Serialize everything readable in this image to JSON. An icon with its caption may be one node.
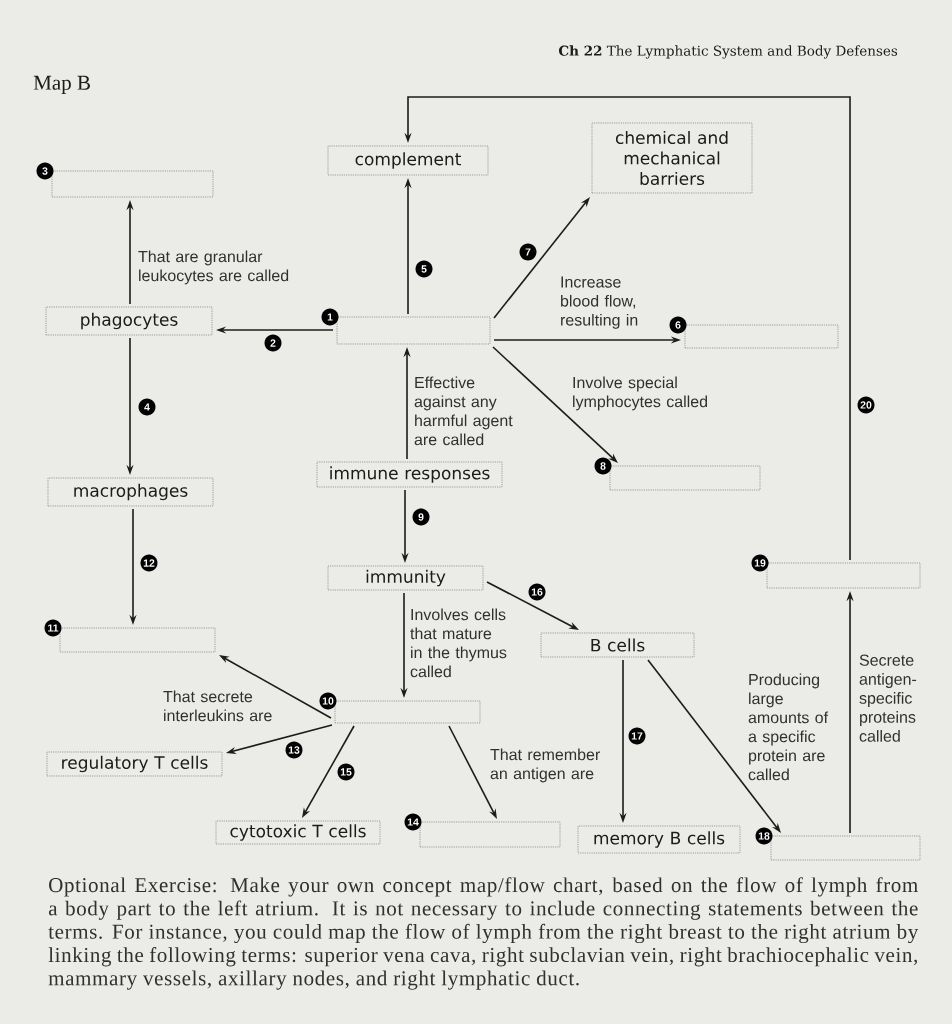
{
  "diagram": {
    "title": "Map B",
    "nodes": [
      {
        "text": [],
        "shape": "box",
        "beside": [
          "3"
        ]
      },
      {
        "text": [
          "complement"
        ]
      },
      {
        "text": [
          "chemical and mechanical barriers"
        ]
      },
      {
        "text": [
          "phagocytes"
        ]
      },
      {
        "text": [],
        "shape": "box",
        "beside": [
          "1"
        ]
      },
      {
        "text": [],
        "shape": "box",
        "beside": [
          "6"
        ]
      },
      {
        "text": [
          "macrophages"
        ]
      },
      {
        "text": [
          "immune responses"
        ]
      },
      {
        "text": [],
        "shape": "box",
        "beside": [
          "8"
        ]
      },
      {
        "text": [
          "immunity"
        ]
      },
      {
        "text": [],
        "shape": "box",
        "beside": [
          "19"
        ]
      },
      {
        "text": [],
        "shape": "box",
        "beside": [
          "11"
        ]
      },
      {
        "text": [
          "B cells"
        ]
      },
      {
        "text": [],
        "shape": "box",
        "beside": [
          "10"
        ]
      },
      {
        "text": [
          "regulatory T cells"
        ]
      },
      {
        "text": [
          "cytotoxic T cells"
        ]
      },
      {
        "text": [],
        "shape": "box",
        "beside": [
          "14"
        ]
      },
      {
        "text": [
          "memory B cells"
        ]
      },
      {
        "text": [],
        "shape": "box",
        "beside": [
          "18"
        ]
      }
    ],
    "edges": [
      {
        "from": 3,
        "to": 0,
        "arrow": "to",
        "label": "That are granular leukocytes are called"
      },
      {
        "from": 4,
        "to": 3,
        "arrow": "to",
        "label": "2"
      },
      {
        "from": 4,
        "to": 1,
        "arrow": "to",
        "label": "5"
      },
      {
        "from": 4,
        "to": 2,
        "arrow": "to",
        "label": "7"
      },
      {
        "from": 4,
        "to": 5,
        "arrow": "to",
        "label": "Increase blood flow, resulting in"
      },
      {
        "from": 4,
        "to": 8,
        "arrow": "to",
        "label": "Involve special lymphocytes called"
      },
      {
        "from": 3,
        "to": 6,
        "arrow": "to",
        "label": "4"
      },
      {
        "from": 7,
        "to": 4,
        "arrow": "to",
        "label": "Effective against any harmful agent are called"
      },
      {
        "from": 7,
        "to": 9,
        "arrow": "to",
        "label": "9"
      },
      {
        "from": 6,
        "to": 11,
        "arrow": "to",
        "label": "12"
      },
      {
        "from": 9,
        "to": 13,
        "arrow": "to",
        "label": "Involves cells that mature in the thymus called"
      },
      {
        "from": 9,
        "to": 12,
        "arrow": "to",
        "label": "16"
      },
      {
        "from": 13,
        "to": 11,
        "arrow": "to",
        "label": "That secrete interleukins are"
      },
      {
        "from": 13,
        "to": 14,
        "arrow": "to",
        "label": "13"
      },
      {
        "from": 13,
        "to": 15,
        "arrow": "to",
        "label": "15"
      },
      {
        "from": 13,
        "to": 16,
        "arrow": "to",
        "label": "That remember an antigen are"
      },
      {
        "from": 12,
        "to": 17,
        "arrow": "to",
        "label": "17"
      },
      {
        "from": 12,
        "to": 18,
        "arrow": "to",
        "label": "Producing large amounts of a specific protein are called"
      },
      {
        "from": 18,
        "to": 10,
        "arrow": "to",
        "label": "Secrete antigen-specific proteins called"
      },
      {
        "from": 10,
        "to": 1,
        "arrow": "to",
        "label": "20"
      }
    ],
    "labels": [
      "**Ch 22** The Lymphatic System and Body Defenses",
      "Optional Exercise: Make your own concept map/flow chart, based on the flow of lymph from a body part to the left atrium. It is not necessary to include connecting statements between the terms. For instance, you could map the flow of lymph from the right breast to the right atrium by linking the following terms: superior vena cava, right subclavian vein, right brachiocephalic vein, mammary vessels, axillary nodes, and right lymphatic duct."
    ]
  }
}
